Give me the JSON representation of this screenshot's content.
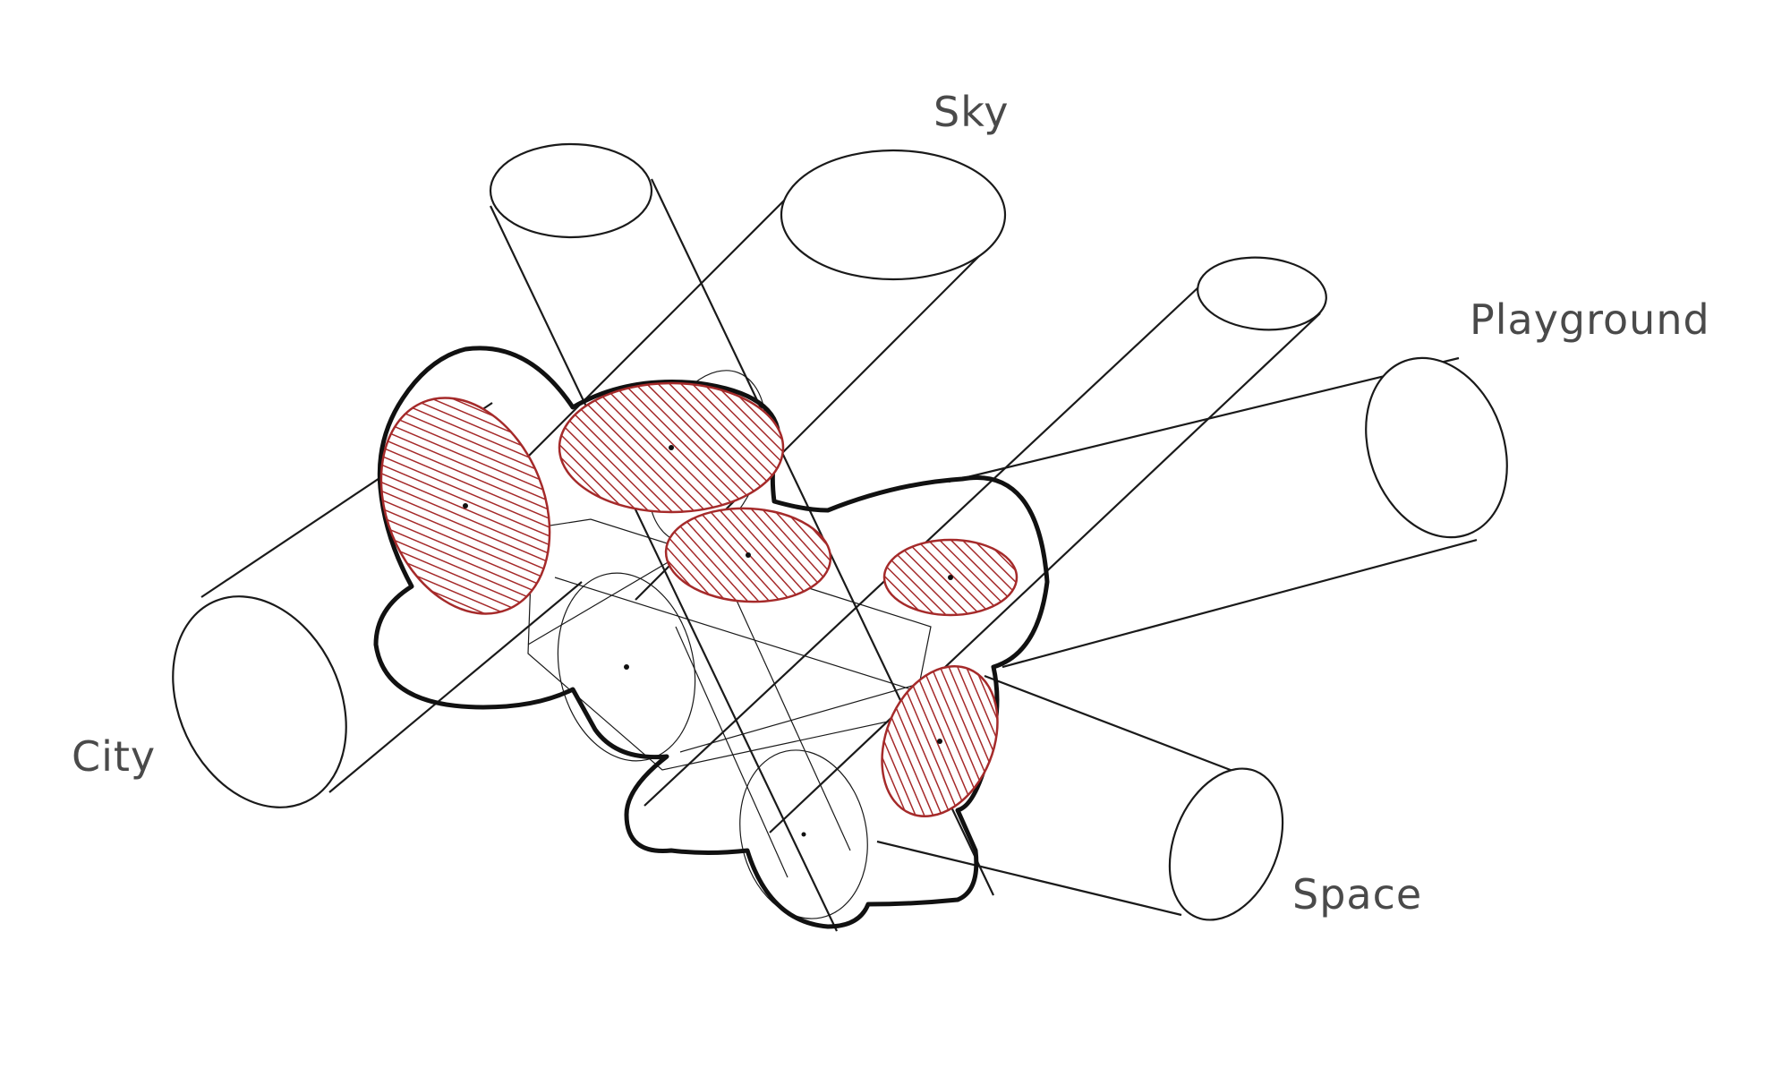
{
  "labels": {
    "sky": "Sky",
    "playground": "Playground",
    "city": "City",
    "space": "Space"
  },
  "colors": {
    "hatch": "#a52a2a",
    "outline": "#1a1a1a",
    "label": "#4a4a4a"
  }
}
